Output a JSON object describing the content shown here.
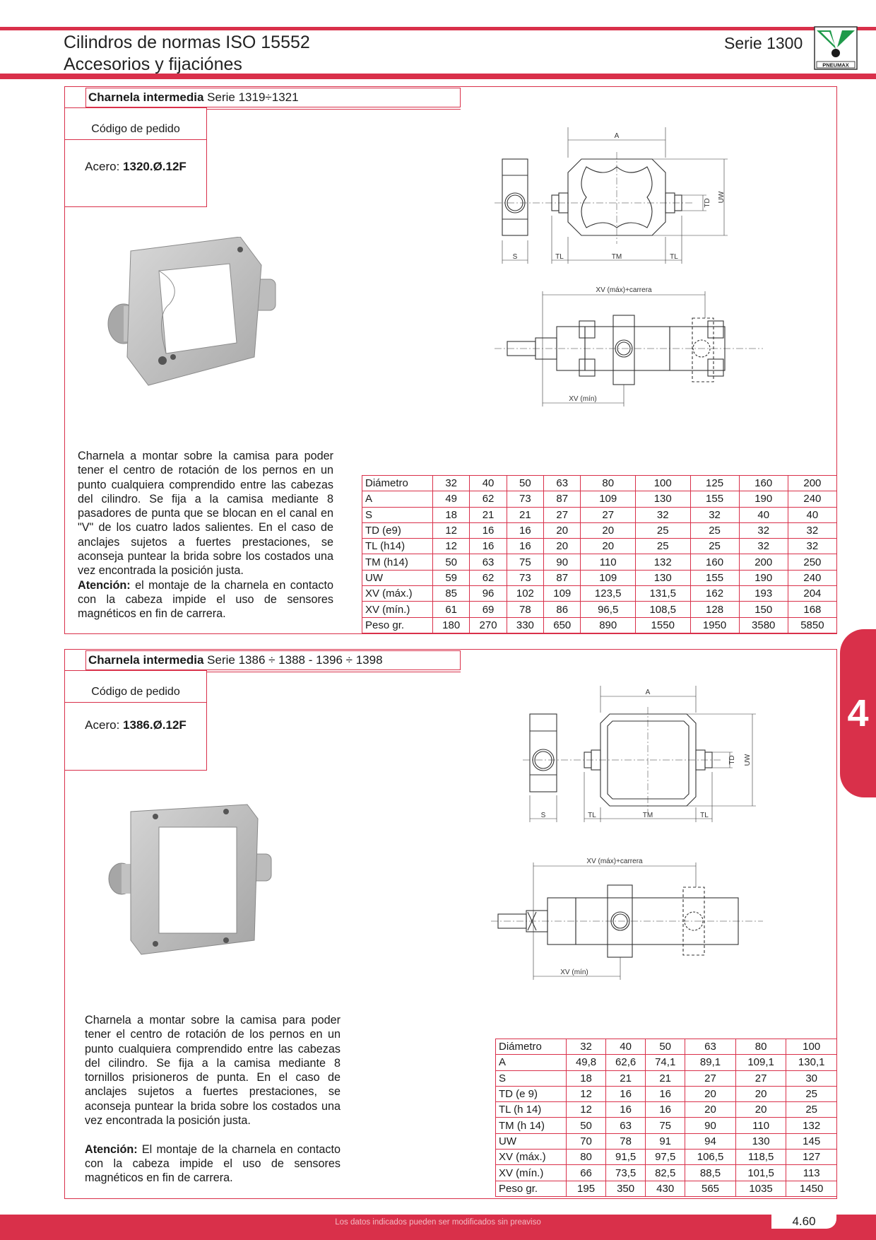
{
  "header": {
    "title_line1": "Cilindros de normas ISO 15552",
    "title_line2": "Accesorios y fijaciónes",
    "serie": "Serie 1300",
    "logo_text": "PNEUMAX"
  },
  "section_tab": "4",
  "sections": [
    {
      "title_bold": "Charnela intermedia",
      "title_rest": " Serie 1319÷1321",
      "order_label": "Código de pedido",
      "material": "Acero: ",
      "code": "1320.Ø.12F",
      "desc_main": "Charnela a montar sobre la camisa para poder tener el centro de rotación de los pernos en un punto cualquiera comprendido entre las cabezas del cilindro. Se fija a la camisa mediante 8 pasadores de punta que se blocan en el canal en \"V\" de los cuatro lados salientes. En el caso de anclajes sujetos a fuertes prestaciones, se aconseja puntear la brida sobre los costados una vez encontrada la posición justa.",
      "attention_label": "Atención:",
      "attention_text": " el montaje de la charnela en contacto con la cabeza impide el uso de sensores magnéticos en fin de carrera.",
      "drawing": {
        "A": "A",
        "TD": "TD",
        "UW": "UW",
        "S": "S",
        "TL": "TL",
        "TM": "TM",
        "xv_max": "XV (máx)+carrera",
        "xv_min": "XV (mín)"
      },
      "table": [
        [
          "Diámetro",
          "32",
          "40",
          "50",
          "63",
          "80",
          "100",
          "125",
          "160",
          "200"
        ],
        [
          "A",
          "49",
          "62",
          "73",
          "87",
          "109",
          "130",
          "155",
          "190",
          "240"
        ],
        [
          "S",
          "18",
          "21",
          "21",
          "27",
          "27",
          "32",
          "32",
          "40",
          "40"
        ],
        [
          "TD (e9)",
          "12",
          "16",
          "16",
          "20",
          "20",
          "25",
          "25",
          "32",
          "32"
        ],
        [
          "TL (h14)",
          "12",
          "16",
          "16",
          "20",
          "20",
          "25",
          "25",
          "32",
          "32"
        ],
        [
          "TM (h14)",
          "50",
          "63",
          "75",
          "90",
          "110",
          "132",
          "160",
          "200",
          "250"
        ],
        [
          "UW",
          "59",
          "62",
          "73",
          "87",
          "109",
          "130",
          "155",
          "190",
          "240"
        ],
        [
          "XV (máx.)",
          "85",
          "96",
          "102",
          "109",
          "123,5",
          "131,5",
          "162",
          "193",
          "204"
        ],
        [
          "XV (mín.)",
          "61",
          "69",
          "78",
          "86",
          "96,5",
          "108,5",
          "128",
          "150",
          "168"
        ],
        [
          "Peso gr.",
          "180",
          "270",
          "330",
          "650",
          "890",
          "1550",
          "1950",
          "3580",
          "5850"
        ]
      ]
    },
    {
      "title_bold": "Charnela intermedia",
      "title_rest": " Serie 1386 ÷ 1388 - 1396 ÷ 1398",
      "order_label": "Código de pedido",
      "material": "Acero: ",
      "code": "1386.Ø.12F",
      "desc_main": "Charnela a montar sobre la camisa para poder tener el centro de rotación de los pernos en un punto cualquiera comprendido entre las cabezas del cilindro. Se fija a la camisa mediante 8 tornillos prisioneros de punta. En el caso de anclajes sujetos a fuertes prestaciones, se aconseja puntear la brida sobre los costados una vez encontrada la posición justa.",
      "attention_label": "Atención:",
      "attention_text": " El montaje de la charnela en contacto con la cabeza impide el uso de sensores magnéticos en fin de carrera.",
      "drawing": {
        "A": "A",
        "TD": "TD",
        "UW": "UW",
        "S": "S",
        "TL": "TL",
        "TM": "TM",
        "xv_max": "XV (máx)+carrera",
        "xv_min": "XV (mín)"
      },
      "table": [
        [
          "Diámetro",
          "32",
          "40",
          "50",
          "63",
          "80",
          "100"
        ],
        [
          "A",
          "49,8",
          "62,6",
          "74,1",
          "89,1",
          "109,1",
          "130,1"
        ],
        [
          "S",
          "18",
          "21",
          "21",
          "27",
          "27",
          "30"
        ],
        [
          "TD (e 9)",
          "12",
          "16",
          "16",
          "20",
          "20",
          "25"
        ],
        [
          "TL (h 14)",
          "12",
          "16",
          "16",
          "20",
          "20",
          "25"
        ],
        [
          "TM (h 14)",
          "50",
          "63",
          "75",
          "90",
          "110",
          "132"
        ],
        [
          "UW",
          "70",
          "78",
          "91",
          "94",
          "130",
          "145"
        ],
        [
          "XV (máx.)",
          "80",
          "91,5",
          "97,5",
          "106,5",
          "118,5",
          "127"
        ],
        [
          "XV (mín.)",
          "66",
          "73,5",
          "82,5",
          "88,5",
          "101,5",
          "113"
        ],
        [
          "Peso gr.",
          "195",
          "350",
          "430",
          "565",
          "1035",
          "1450"
        ]
      ]
    }
  ],
  "footer": {
    "note": "Los datos indicados pueden ser modificados sin preaviso",
    "page": "4.60"
  }
}
